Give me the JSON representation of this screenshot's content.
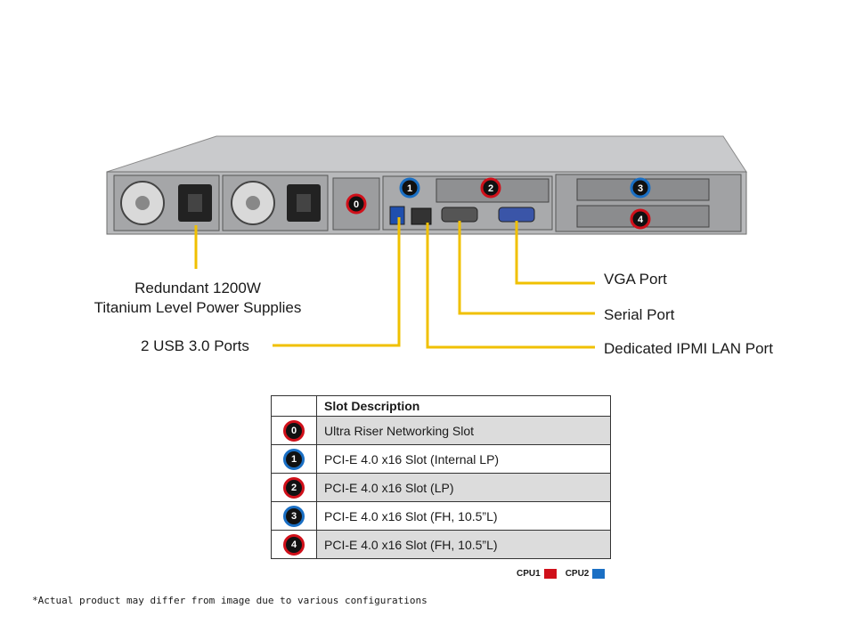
{
  "colors": {
    "cpu1": "#d0101a",
    "cpu2": "#1a6fc4",
    "callout_line": "#f0c000"
  },
  "callouts": {
    "power_line1": "Redundant 1200W",
    "power_line2": "Titanium Level Power Supplies",
    "usb": "2 USB 3.0 Ports",
    "vga": "VGA Port",
    "serial": "Serial Port",
    "ipmi": "Dedicated IPMI LAN Port"
  },
  "chassis_markers": [
    "0",
    "1",
    "2",
    "3",
    "4"
  ],
  "table": {
    "header": "Slot Description",
    "rows": [
      {
        "num": "0",
        "cpu": "cpu1",
        "desc": "Ultra Riser Networking Slot"
      },
      {
        "num": "1",
        "cpu": "cpu2",
        "desc": "PCI-E 4.0 x16 Slot (Internal LP)"
      },
      {
        "num": "2",
        "cpu": "cpu1",
        "desc": "PCI-E 4.0 x16 Slot (LP)"
      },
      {
        "num": "3",
        "cpu": "cpu2",
        "desc": "PCI-E 4.0 x16 Slot (FH, 10.5”L)"
      },
      {
        "num": "4",
        "cpu": "cpu1",
        "desc": "PCI-E 4.0 x16 Slot (FH, 10.5”L)"
      }
    ]
  },
  "legend": {
    "cpu1_label": "CPU1",
    "cpu2_label": "CPU2"
  },
  "footnote": "*Actual product may differ from image due to various configurations"
}
